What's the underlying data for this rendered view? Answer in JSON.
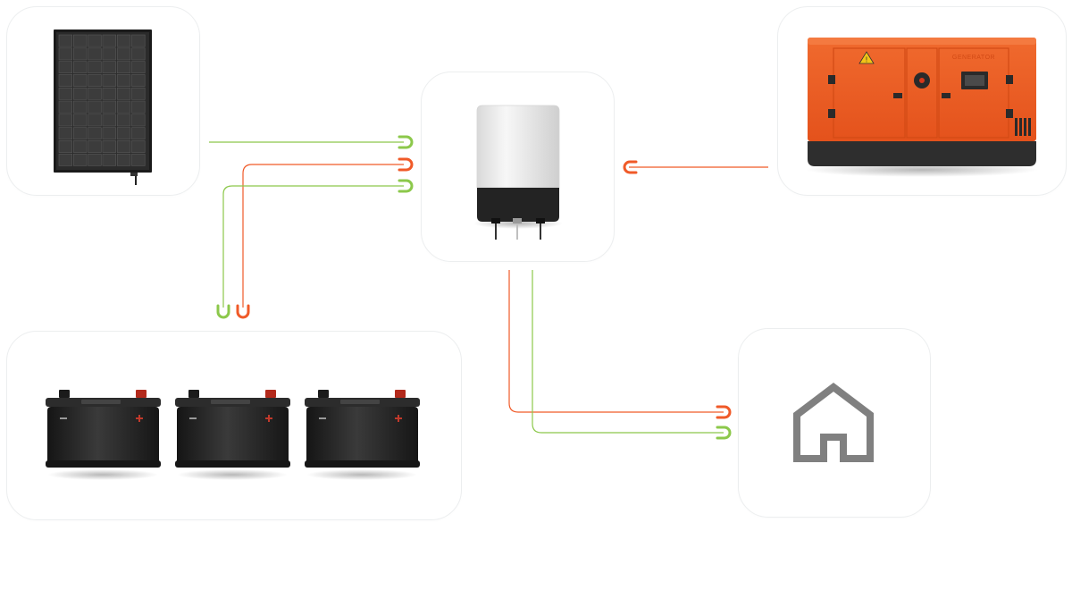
{
  "diagram": {
    "colors": {
      "background": "#ffffff",
      "card_border": "#eceeef",
      "dc_line": "#8cc84b",
      "ac_line": "#f05a28",
      "generator_body": "#ef5d23",
      "generator_base": "#2e2e2e",
      "battery_body": "#1f1f1f",
      "house_icon": "#808080"
    },
    "nodes": [
      {
        "id": "solar",
        "icon": "solar-panel-icon"
      },
      {
        "id": "inverter",
        "icon": "inverter-icon"
      },
      {
        "id": "generator",
        "icon": "generator-icon",
        "label": "GENERATOR"
      },
      {
        "id": "battery",
        "icon": "battery-bank-icon",
        "count": 3
      },
      {
        "id": "house",
        "icon": "house-icon"
      }
    ],
    "connections": [
      {
        "from": "solar",
        "to": "inverter",
        "type": "dc"
      },
      {
        "from": "battery",
        "to": "inverter",
        "type": "ac"
      },
      {
        "from": "battery",
        "to": "inverter",
        "type": "dc"
      },
      {
        "from": "generator",
        "to": "inverter",
        "type": "ac"
      },
      {
        "from": "inverter",
        "to": "house",
        "type": "ac"
      },
      {
        "from": "inverter",
        "to": "house",
        "type": "dc"
      }
    ]
  }
}
